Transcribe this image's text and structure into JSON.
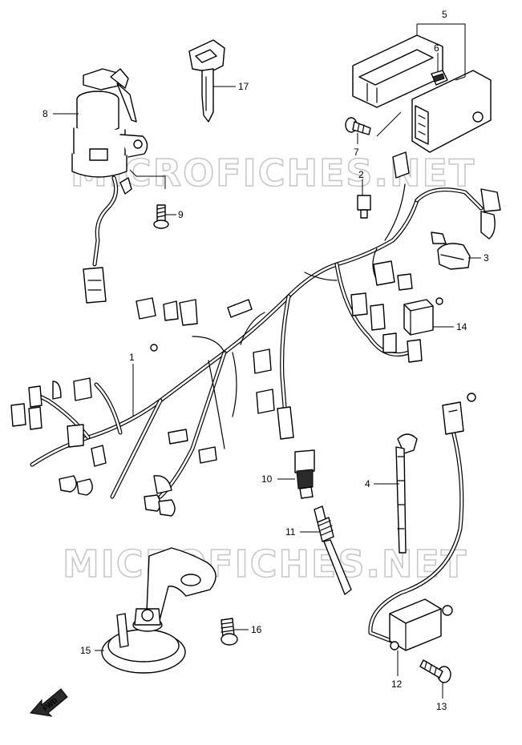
{
  "watermark": "MICROFICHES.NET",
  "fwd_label": "FWD",
  "callouts": [
    {
      "id": "c1",
      "label": "1"
    },
    {
      "id": "c2",
      "label": "2"
    },
    {
      "id": "c3",
      "label": "3"
    },
    {
      "id": "c4",
      "label": "4"
    },
    {
      "id": "c5",
      "label": "5"
    },
    {
      "id": "c6",
      "label": "6"
    },
    {
      "id": "c7",
      "label": "7"
    },
    {
      "id": "c8",
      "label": "8"
    },
    {
      "id": "c9",
      "label": "9"
    },
    {
      "id": "c10",
      "label": "10"
    },
    {
      "id": "c11",
      "label": "11"
    },
    {
      "id": "c12",
      "label": "12"
    },
    {
      "id": "c13",
      "label": "13"
    },
    {
      "id": "c14",
      "label": "14"
    },
    {
      "id": "c15",
      "label": "15"
    },
    {
      "id": "c16",
      "label": "16"
    },
    {
      "id": "c17",
      "label": "17"
    }
  ]
}
